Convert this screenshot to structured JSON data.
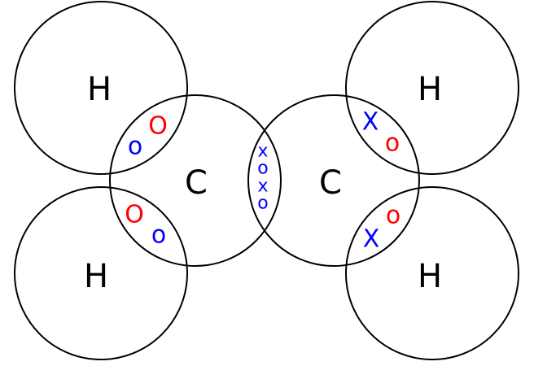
{
  "atoms": {
    "h_top_left": "H",
    "c_left": "C",
    "c_right": "C",
    "h_top_right": "H",
    "h_bottom_left": "H",
    "h_bottom_right": "H"
  },
  "electrons": {
    "dot": "o",
    "cross": "x",
    "dot_upper": "O",
    "cross_upper": "X"
  },
  "colors": {
    "blue": "#0000ff",
    "red": "#ff0000"
  }
}
